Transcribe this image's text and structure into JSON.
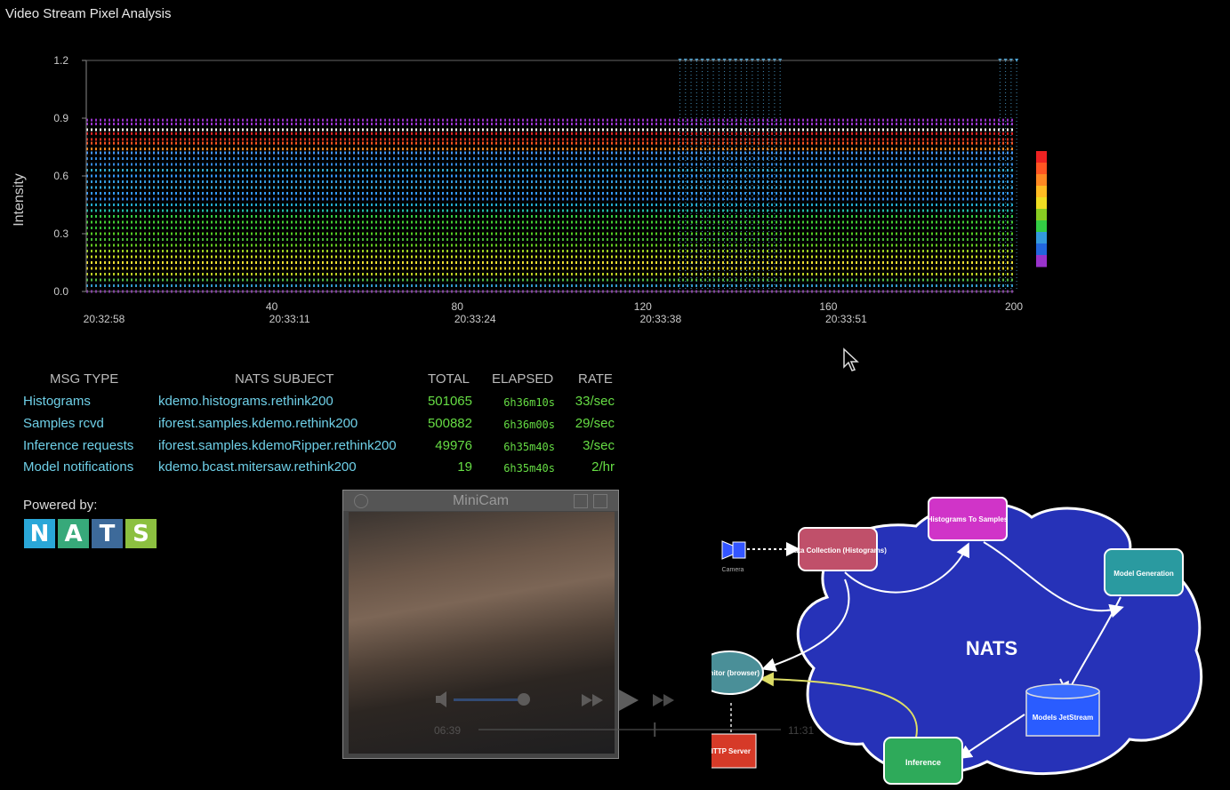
{
  "window_title": "Video Stream Pixel Analysis",
  "chart_data": {
    "type": "scatter",
    "title": "",
    "ylabel": "Intensity",
    "xlabel": "",
    "ylim": [
      0,
      1.2
    ],
    "xlim": [
      0,
      200
    ],
    "y_ticks": [
      "0.0",
      "0.3",
      "0.6",
      "0.9",
      "1.2"
    ],
    "x_ticks": [
      {
        "value": 0,
        "label": "",
        "time": "20:32:58"
      },
      {
        "value": 40,
        "label": "40",
        "time": "20:33:11"
      },
      {
        "value": 80,
        "label": "80",
        "time": "20:33:24"
      },
      {
        "value": 120,
        "label": "120",
        "time": "20:33:38"
      },
      {
        "value": 160,
        "label": "160",
        "time": "20:33:51"
      },
      {
        "value": 200,
        "label": "200",
        "time": ""
      }
    ],
    "bands": [
      {
        "y": 0.89,
        "color": "#9933cc"
      },
      {
        "y": 0.87,
        "color": "#9933cc"
      },
      {
        "y": 0.84,
        "color": "#ffffff"
      },
      {
        "y": 0.82,
        "color": "#dd2222"
      },
      {
        "y": 0.79,
        "color": "#dd3322"
      },
      {
        "y": 0.77,
        "color": "#ff5522"
      },
      {
        "y": 0.74,
        "color": "#ff8822"
      },
      {
        "y": 0.72,
        "color": "#4499ff"
      },
      {
        "y": 0.69,
        "color": "#3388dd"
      },
      {
        "y": 0.66,
        "color": "#3388dd"
      },
      {
        "y": 0.63,
        "color": "#33aacc"
      },
      {
        "y": 0.6,
        "color": "#3399ff"
      },
      {
        "y": 0.57,
        "color": "#3399dd"
      },
      {
        "y": 0.54,
        "color": "#33aadd"
      },
      {
        "y": 0.51,
        "color": "#3399ff"
      },
      {
        "y": 0.48,
        "color": "#3388ee"
      },
      {
        "y": 0.45,
        "color": "#22aacc"
      },
      {
        "y": 0.42,
        "color": "#22bbaa"
      },
      {
        "y": 0.39,
        "color": "#33cc44"
      },
      {
        "y": 0.36,
        "color": "#44cc33"
      },
      {
        "y": 0.33,
        "color": "#33bb33"
      },
      {
        "y": 0.3,
        "color": "#55cc22"
      },
      {
        "y": 0.27,
        "color": "#44bb33"
      },
      {
        "y": 0.24,
        "color": "#66cc22"
      },
      {
        "y": 0.21,
        "color": "#99cc22"
      },
      {
        "y": 0.18,
        "color": "#ccdd22"
      },
      {
        "y": 0.15,
        "color": "#eedd33"
      },
      {
        "y": 0.12,
        "color": "#ddcc22"
      },
      {
        "y": 0.09,
        "color": "#bbcc22"
      },
      {
        "y": 0.06,
        "color": "#55bb44"
      },
      {
        "y": 0.03,
        "color": "#3399cc"
      },
      {
        "y": 0.0,
        "color": "#9933cc"
      }
    ],
    "disturbances": [
      [
        128,
        150
      ],
      [
        197,
        201
      ]
    ],
    "legend_colors": [
      "#ee2222",
      "#ff5522",
      "#ff8822",
      "#ffbb22",
      "#eedd22",
      "#88cc22",
      "#33cc44",
      "#3399dd",
      "#2266dd",
      "#9933cc"
    ]
  },
  "stats": {
    "headers": {
      "type": "MSG TYPE",
      "subject": "NATS SUBJECT",
      "total": "TOTAL",
      "elapsed": "ELAPSED",
      "rate": "RATE"
    },
    "rows": [
      {
        "type": "Histograms",
        "subject": "kdemo.histograms.rethink200",
        "total": "501065",
        "elapsed": "6h36m10s",
        "rate": "33/sec"
      },
      {
        "type": "Samples rcvd",
        "subject": "iforest.samples.kdemo.rethink200",
        "total": "500882",
        "elapsed": "6h36m00s",
        "rate": "29/sec"
      },
      {
        "type": "Inference requests",
        "subject": "iforest.samples.kdemoRipper.rethink200",
        "total": "49976",
        "elapsed": "6h35m40s",
        "rate": "3/sec"
      },
      {
        "type": "Model notifications",
        "subject": "kdemo.bcast.mitersaw.rethink200",
        "total": "19",
        "elapsed": "6h35m40s",
        "rate": "2/hr"
      }
    ]
  },
  "powered_by": "Powered by:",
  "logo_letters": [
    "N",
    "A",
    "T",
    "S"
  ],
  "logo_colors": [
    "#2aa7d8",
    "#37a97a",
    "#3d6a9a",
    "#8cc040"
  ],
  "minicam_title": "MiniCam",
  "player": {
    "current": "06:39",
    "total": "11:31",
    "progress": 0.58
  },
  "diagram": {
    "cloud_label": "NATS",
    "camera": "Camera",
    "data_collection": "Data Collection (Histograms)",
    "histograms_to_samples": "Histograms To Samples",
    "model_generation": "Model Generation",
    "models_jetstream": "Models JetStream",
    "inference": "Inference",
    "monitor": "Monitor (browser)",
    "http_server": "HTTP Server"
  }
}
